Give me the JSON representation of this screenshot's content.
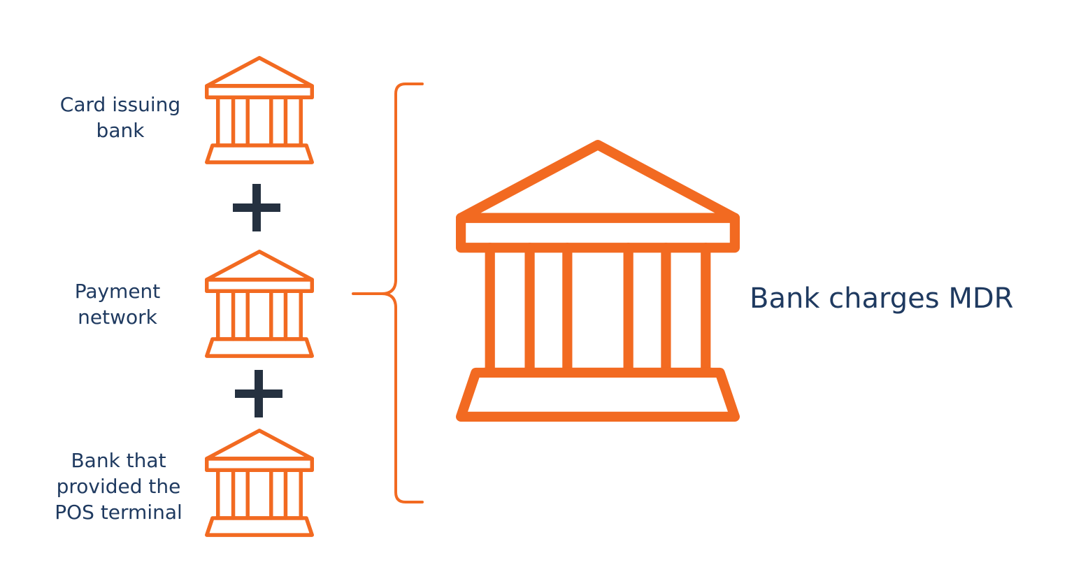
{
  "colors": {
    "icon": "#f26a21",
    "text": "#1f3a60",
    "plus": "#253140"
  },
  "participants": [
    {
      "label": "Card issuing\nbank",
      "icon": "bank-icon"
    },
    {
      "label": "Payment\nnetwork",
      "icon": "bank-icon"
    },
    {
      "label": "Bank that\nprovided the\nPOS terminal",
      "icon": "bank-icon"
    }
  ],
  "operators": [
    "plus-icon",
    "plus-icon"
  ],
  "result": {
    "icon": "bank-icon",
    "label": "Bank charges MDR"
  }
}
